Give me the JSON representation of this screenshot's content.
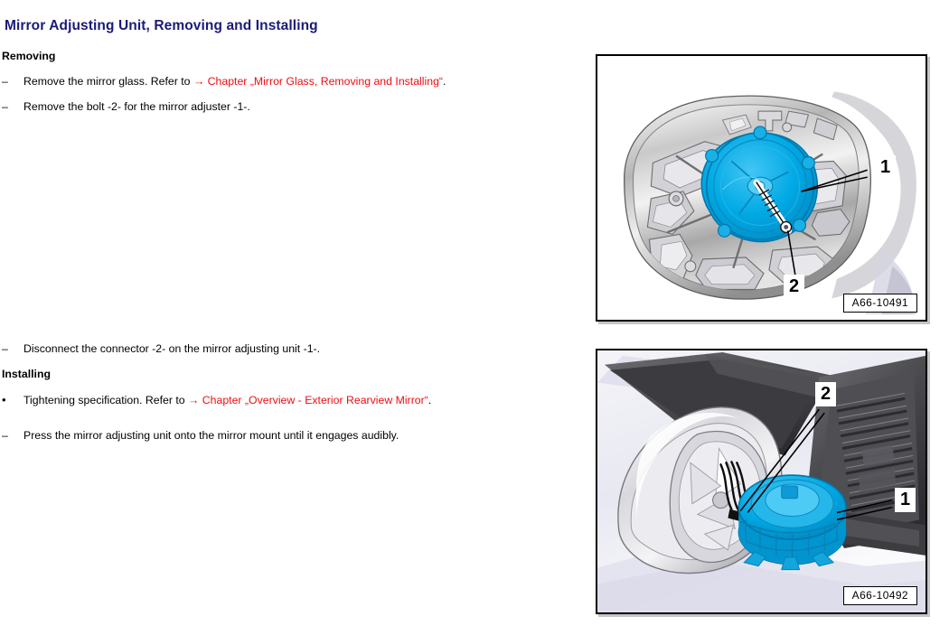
{
  "document": {
    "title": "Mirror Adjusting Unit, Removing and Installing"
  },
  "sections": [
    {
      "heading": "Removing",
      "items": [
        {
          "marker": "–",
          "text": "Remove the mirror glass. Refer to ",
          "link": "→ Chapter „Mirror Glass, Removing and Installing“",
          "tail": "."
        },
        {
          "marker": "–",
          "text": "Remove the bolt -2- for the mirror adjuster -1-.",
          "link": "",
          "tail": ""
        },
        {
          "marker": "–",
          "text": "Disconnect the connector -2- on the mirror adjusting unit -1-.",
          "link": "",
          "tail": ""
        }
      ]
    },
    {
      "heading": "Installing",
      "items": [
        {
          "marker": "•",
          "text": "Tightening specification. Refer to ",
          "link": "→ Chapter „Overview - Exterior Rearview Mirror“",
          "tail": "."
        },
        {
          "marker": "–",
          "text": "Press the mirror adjusting unit onto the mirror mount until it engages audibly.",
          "link": "",
          "tail": ""
        }
      ]
    }
  ],
  "figures": [
    {
      "caption": "A66-10491",
      "description": "Exterior rearview mirror housing with mirror glass removed, mirror adjusting unit highlighted in blue",
      "callouts": [
        {
          "label": "1",
          "meaning": "mirror adjuster"
        },
        {
          "label": "2",
          "meaning": "bolt"
        }
      ]
    },
    {
      "caption": "A66-10492",
      "description": "Mirror adjusting unit removed from mirror mount with connector wiring",
      "callouts": [
        {
          "label": "2",
          "meaning": "connector"
        },
        {
          "label": "1",
          "meaning": "mirror adjusting unit"
        }
      ]
    }
  ],
  "colors": {
    "title": "#1a1a7a",
    "link": "#ee0d12",
    "highlight": "#00a8e8",
    "text": "#000000"
  }
}
